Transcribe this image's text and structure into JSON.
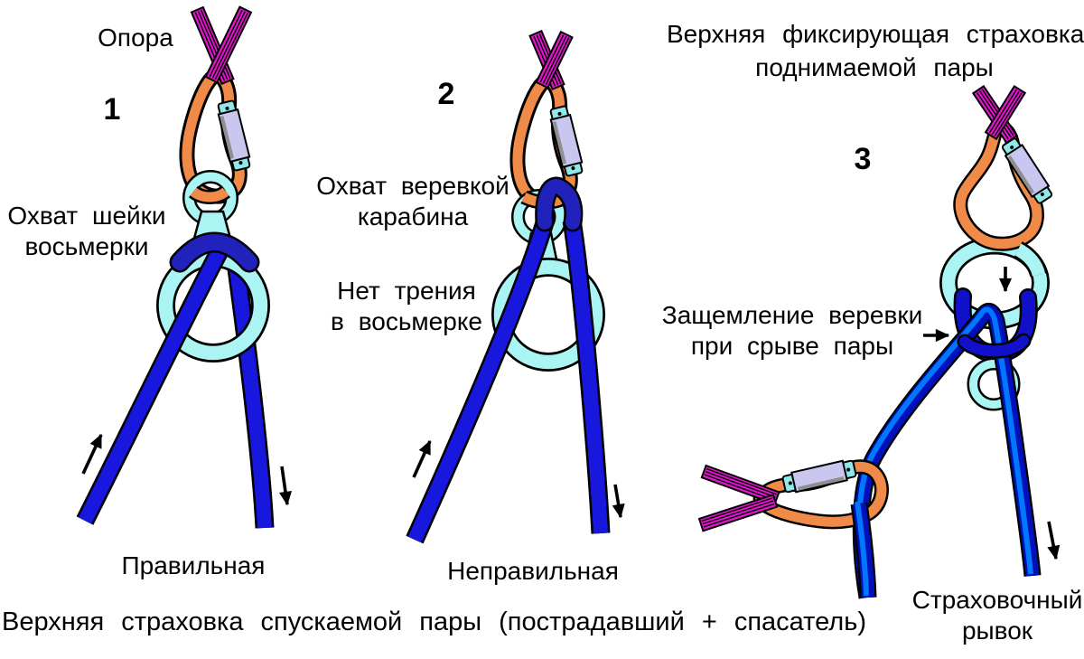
{
  "colors": {
    "magenta": "#E313CF",
    "orange": "#F08A48",
    "sleeve": "#C9C6F0",
    "sleeveShadow": "#8F8F8F",
    "hinge": "#8FE9E9",
    "cyan": "#AAF4F4",
    "rope": "#1717DE",
    "wrap": "#2121BC",
    "wrap3": "#1111CC",
    "rope3dark": "#0011BB",
    "rope3light": "#0077FF"
  },
  "icons": {
    "up_arrow": "up-arrow",
    "down_arrow": "down-arrow",
    "right_arrow": "right-arrow"
  },
  "diagram1": {
    "number": "1",
    "anchor_label": "Опора",
    "label_line1": "Охват шейки",
    "label_line2": "восьмерки",
    "caption": "Правильная"
  },
  "diagram2": {
    "number": "2",
    "label1_line1": "Охват веревкой",
    "label1_line2": "карабина",
    "label2_line1": "Нет трения",
    "label2_line2": "в восьмерке",
    "caption": "Неправильная"
  },
  "diagram3": {
    "number": "3",
    "title_line1": "Верхняя фиксирующая страховка",
    "title_line2": "поднимаемой пары",
    "label1_line1": "Защемление веревки",
    "label1_line2": "при срыве пары",
    "label2_line1": "Страховочный",
    "label2_line2": "рывок"
  },
  "footer": {
    "caption": "Верхняя страховка спускаемой пары (пострадавший + спасатель)"
  }
}
